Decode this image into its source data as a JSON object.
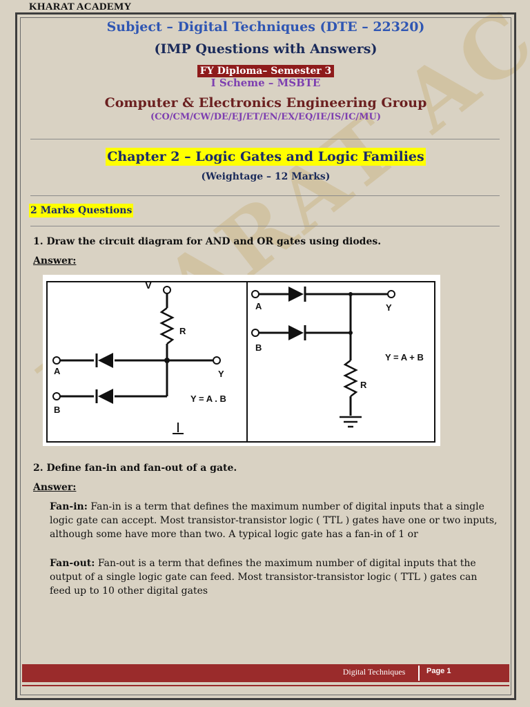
{
  "header": {
    "academy": "KHARAT ACADEMY",
    "subject": "Subject – Digital Techniques (DTE – 22320)",
    "imp": "(IMP Questions with Answers)",
    "diploma": "FY Diploma– Semester 3",
    "scheme": "I Scheme – MSBTE",
    "group": "Computer & Electronics Engineering Group",
    "branches": "(CO/CM/CW/DE/EJ/ET/EN/EX/EQ/IE/IS/IC/MU)"
  },
  "chapter": {
    "title": "Chapter 2 – Logic Gates and Logic Families",
    "weightage": "(Weightage – 12 Marks)"
  },
  "section": {
    "title": "2 Marks Questions"
  },
  "questions": [
    {
      "text": "1. Draw the circuit diagram for AND and OR gates using diodes.",
      "answer_label": "Answer:"
    },
    {
      "text": "2. Define fan-in and fan-out of a gate.",
      "answer_label": "Answer:"
    }
  ],
  "diagram": {
    "and": {
      "v": "V",
      "r": "R",
      "a": "A",
      "b": "B",
      "y": "Y",
      "eq": "Y = A . B"
    },
    "or": {
      "a": "A",
      "b": "B",
      "y": "Y",
      "r": "R",
      "eq": "Y = A + B"
    }
  },
  "answer2": {
    "fanin_term": "Fan-in:",
    "fanin_text": " Fan-in is a term that defines the maximum number of digital inputs that a single logic gate can accept. Most transistor-transistor logic ( TTL ) gates have one or two inputs, although some have more than two. A typical logic gate has a fan-in of 1 or",
    "fanout_term": "Fan-out:",
    "fanout_text": " Fan-out is a term that defines the maximum number of digital inputs that the output of a single logic gate can feed. Most transistor-transistor logic ( TTL ) gates can feed up to 10 other digital gates"
  },
  "watermark": "KHARAT ACADEMY",
  "footer": {
    "title": "Digital Techniques",
    "page": "Page 1"
  },
  "colors": {
    "footer": "#9a2b2b",
    "highlight": "#ffff00",
    "subject": "#2f56b3"
  }
}
